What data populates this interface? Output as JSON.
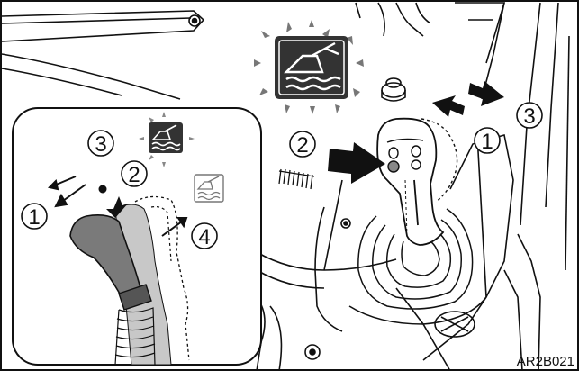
{
  "figure": {
    "code": "AR2B021",
    "main_callouts": [
      "1",
      "2",
      "3"
    ],
    "inset_callouts": [
      "1",
      "2",
      "3",
      "4"
    ]
  },
  "icons": {
    "large_lit_icon": "bucket-wave-icon",
    "inset_lit_icon": "bucket-wave-icon",
    "inset_unlit_icon": "bucket-wave-icon"
  },
  "colors": {
    "line": "#111111",
    "icon_dark": "#333333",
    "joystick_gray": "#7a7a7a",
    "joystick_light": "#c8c8c8"
  }
}
